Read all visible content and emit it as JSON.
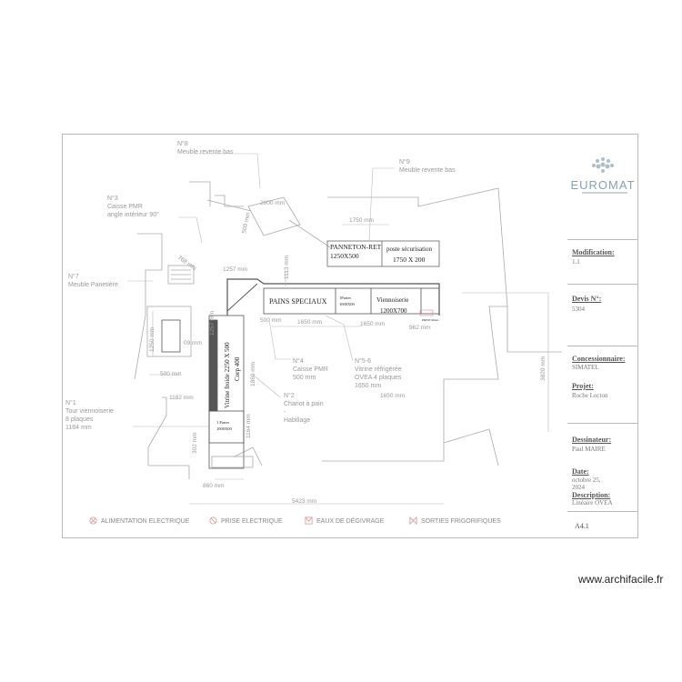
{
  "brand": {
    "name": "EUROMAT"
  },
  "watermark": "www.archifacile.fr",
  "cartouche": {
    "modification_label": "Modification:",
    "modification_value": "1.1",
    "devis_label": "Devis N°:",
    "devis_value": "5304",
    "concessionnaire_label": "Concessionnaire:",
    "concessionnaire_value": "SIMATEL",
    "projet_label": "Projet:",
    "projet_value": "Roche Locton",
    "dessinateur_label": "Dessinateur:",
    "dessinateur_value": "Paul MAIRE",
    "date_label": "Date:",
    "date_value_1": "octobre 25,",
    "date_value_2": "2024",
    "description_label": "Description:",
    "description_value": "Linéaire OVEA",
    "format": "A4.1"
  },
  "legend": [
    {
      "label": "ALIMENTATION ELECTRIQUE",
      "symbol": "circle-cross",
      "color": "#d9a0a0"
    },
    {
      "label": "PRISE ELECTRIQUE",
      "symbol": "circle-cross",
      "color": "#d9a0a0"
    },
    {
      "label": "EAUX DE DÉGIVRAGE",
      "symbol": "square-triangle",
      "color": "#d9a0a0"
    },
    {
      "label": "SORTIES FRIGORIFIQUES",
      "symbol": "bowtie",
      "color": "#d9a0a0"
    }
  ],
  "notes": {
    "n8_1": "N°8",
    "n8_2": "Meuble revente bas",
    "n9_1": "N°9",
    "n9_2": "Meuble revente bas",
    "n3_1": "N°3",
    "n3_2": "Caisse PMR",
    "n3_3": "angle intérieur 90°",
    "n7_1": "N°7",
    "n7_2": "Meuble Panetière",
    "n4_1": "N°4",
    "n4_2": "Caisse PMR",
    "n4_3": "500 mm",
    "n56_1": "N°5-6",
    "n56_2": "Vitrine réfrigérée",
    "n56_3": "OVEA 4 plaques",
    "n56_4": "1650 mm",
    "n2_1": "N°2",
    "n2_2": "Chariot à pain",
    "n2_3": "-",
    "n2_4": "Habillage",
    "n1_1": "N°1",
    "n1_2": "Tour viennoiserie",
    "n1_3": "8 plaques",
    "n1_4": "1164 mm"
  },
  "boxes": {
    "panneton_1": "PANNETON-RET",
    "panneton_2": "1250X500",
    "poste_1": "poste sécurisation",
    "poste_2": "1750 X 200",
    "pains": "PAINS SPECIAUX",
    "small_1": "1Parter",
    "small_2": "1000X00",
    "viennoiserie_1": "Viennoiserie",
    "viennoiserie_2": "1200X700",
    "vitrine_1": "Vitrine froide 2250 X 500",
    "vitrine_2": "Corp 400",
    "bottom_1": "1 Parter",
    "bottom_2": "1000X00",
    "red_tag": "PRISE MAG"
  },
  "dimensions": {
    "d2000": "2000 mm",
    "d1750": "1750 mm",
    "d500a": "500 mm",
    "d768": "768 mm",
    "d1257a": "1257 mm",
    "d1113": "1113 mm",
    "d1257b": "1257 mm",
    "d1250": "1250 mm",
    "d500b": "500 mm",
    "d1650a": "1650 mm",
    "d1650b": "1650 mm",
    "d962": "962 mm",
    "d09": "09 mm",
    "d500c": "500 mm",
    "d1182": "1182 mm",
    "d1860": "1860 mm",
    "d3820": "3820 mm",
    "d1164": "1164 mm",
    "d302": "302 mm",
    "d860": "860 mm",
    "d5423": "5423 mm",
    "d1650c": "1650 mm"
  }
}
